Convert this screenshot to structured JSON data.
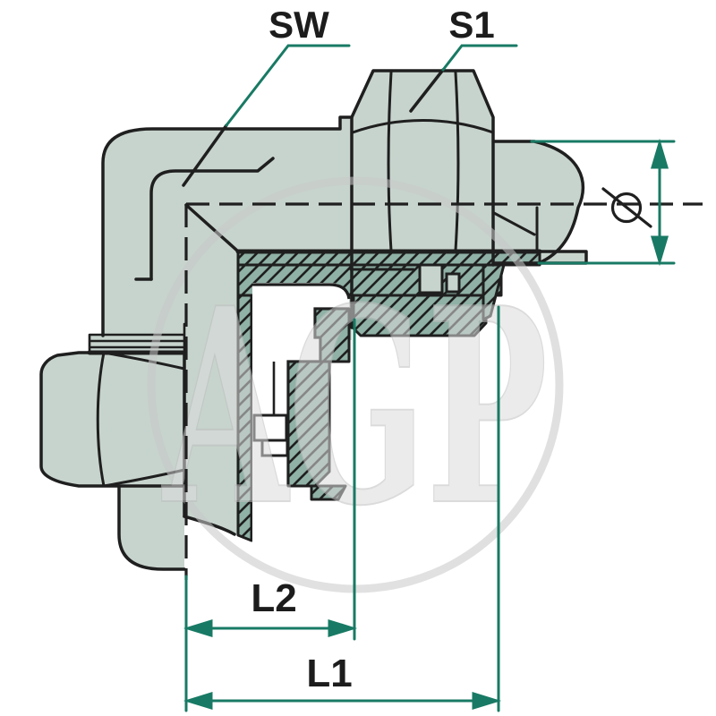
{
  "drawing": {
    "description": "Sectional technical drawing of a 90-degree elbow compression tube fitting with two swivel nuts",
    "labels": {
      "sw": "SW",
      "s1": "S1",
      "l2": "L2",
      "l1": "L1",
      "diameter_symbol": "Ø"
    },
    "watermark": "AGP",
    "colors": {
      "background": "#ffffff",
      "body_fill": "#c7d4cd",
      "section_hatch_fill": "#8fb1a6",
      "outline": "#1f1f1f",
      "dimension_teal": "#187a64",
      "watermark_gray": "#d6d6d6"
    }
  }
}
